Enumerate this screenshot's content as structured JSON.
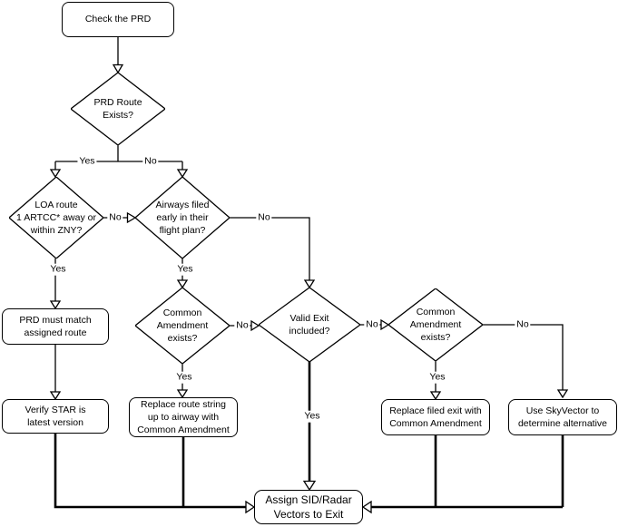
{
  "flowchart": {
    "colors": {
      "stroke": "#000000",
      "node_fill": "#ffffff",
      "background": "#ffffff"
    },
    "nodes": {
      "start": {
        "label": "Check the PRD"
      },
      "prd_route_exists": {
        "label": "PRD Route\nExists?"
      },
      "loa_route": {
        "label": "LOA route\n1 ARTCC* away or\nwithin ZNY?"
      },
      "airways_filed": {
        "label": "Airways filed\nearly in their\nflight plan?"
      },
      "common_amendment_left": {
        "label": "Common\nAmendment\nexists?"
      },
      "valid_exit": {
        "label": "Valid Exit\nincluded?"
      },
      "common_amendment_right": {
        "label": "Common\nAmendment\nexists?"
      },
      "prd_must_match": {
        "label": "PRD must match\nassigned route"
      },
      "verify_star": {
        "label": "Verify STAR is\nlatest version"
      },
      "replace_route_string": {
        "label": "Replace route string\nup to airway with\nCommon Amendment"
      },
      "replace_filed_exit": {
        "label": "Replace filed exit with\nCommon Amendment"
      },
      "use_skyvector": {
        "label": "Use SkyVector to\ndetermine alternative"
      },
      "assign_sid": {
        "label": "Assign SID/Radar\nVectors to Exit"
      }
    },
    "edge_labels": {
      "prd_yes": "Yes",
      "prd_no": "No",
      "loa_no": "No",
      "loa_yes": "Yes",
      "airways_yes": "Yes",
      "airways_no": "No",
      "ca_left_no": "No",
      "ca_left_yes": "Yes",
      "valid_exit_no": "No",
      "valid_exit_yes": "Yes",
      "ca_right_yes": "Yes",
      "ca_right_no": "No"
    }
  }
}
